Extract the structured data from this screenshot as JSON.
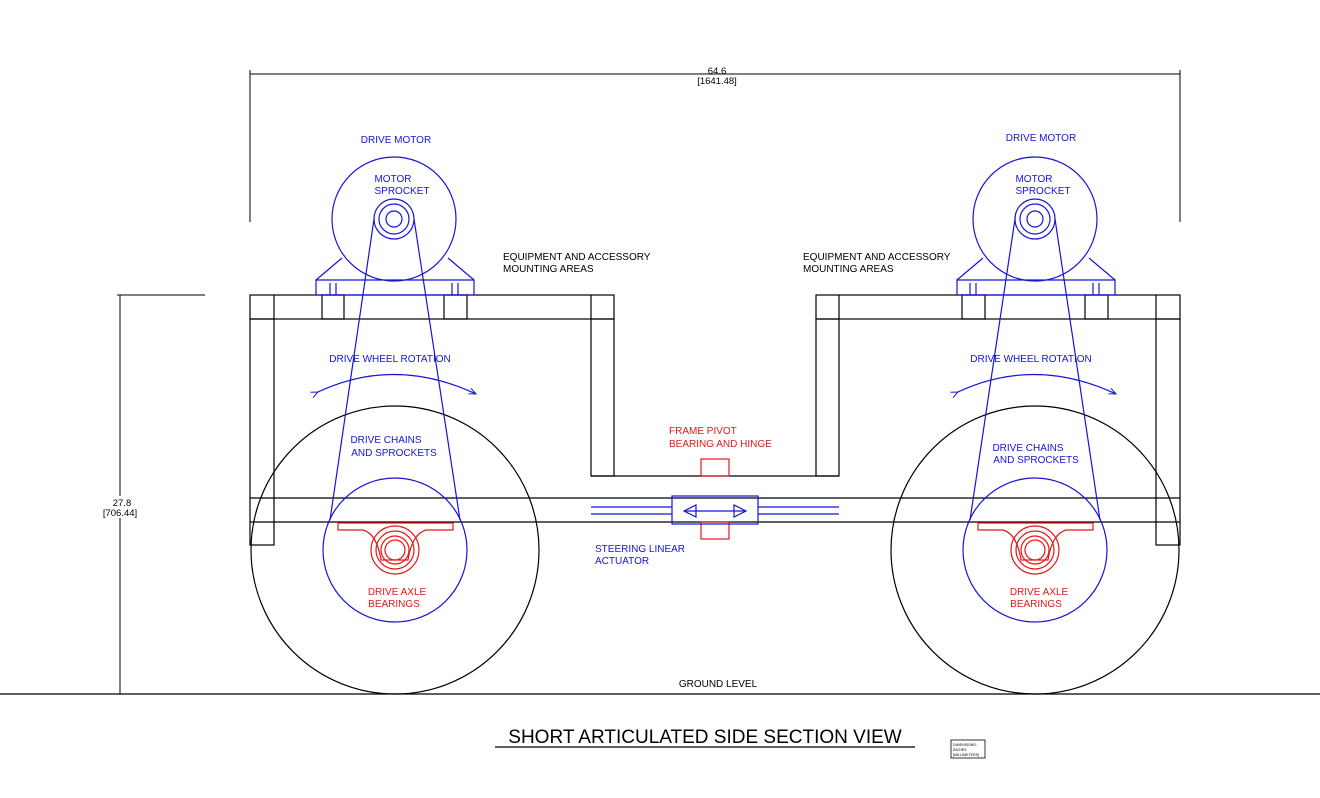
{
  "colors": {
    "frame": "#000000",
    "drivetrain": "#1515d6",
    "bearings": "#e01818"
  },
  "dimensions": {
    "overall_length_in": "64.6",
    "overall_length_mm": "[1641.48]",
    "height_in": "27.8",
    "height_mm": "[706.44]"
  },
  "labels": {
    "drive_motor_left": "DRIVE MOTOR",
    "drive_motor_right": "DRIVE MOTOR",
    "motor_sprocket_left_1": "MOTOR",
    "motor_sprocket_left_2": "SPROCKET",
    "motor_sprocket_right_1": "MOTOR",
    "motor_sprocket_right_2": "SPROCKET",
    "equipment_left_1": "EQUIPMENT AND ACCESSORY",
    "equipment_left_2": "MOUNTING  AREAS",
    "equipment_right_1": "EQUIPMENT AND ACCESSORY",
    "equipment_right_2": "MOUNTING  AREAS",
    "rotation_left": "DRIVE WHEEL ROTATION",
    "rotation_right": "DRIVE WHEEL ROTATION",
    "chains_left_1": "DRIVE CHAINS",
    "chains_left_2": "AND SPROCKETS",
    "chains_right_1": "DRIVE CHAINS",
    "chains_right_2": "AND SPROCKETS",
    "pivot_1": "FRAME PIVOT",
    "pivot_2": "BEARING AND HINGE",
    "actuator_1": "STEERING LINEAR",
    "actuator_2": "ACTUATOR",
    "bearings_left_1": "DRIVE AXLE",
    "bearings_left_2": "BEARINGS",
    "bearings_right_1": "DRIVE AXLE",
    "bearings_right_2": "BEARINGS",
    "ground": "GROUND LEVEL"
  },
  "title": "SHORT ARTICULATED SIDE SECTION VIEW",
  "legend": {
    "line1": "DIMENSIONS:",
    "line2": "INCHES",
    "line3": "[MILLIMETERS]"
  }
}
